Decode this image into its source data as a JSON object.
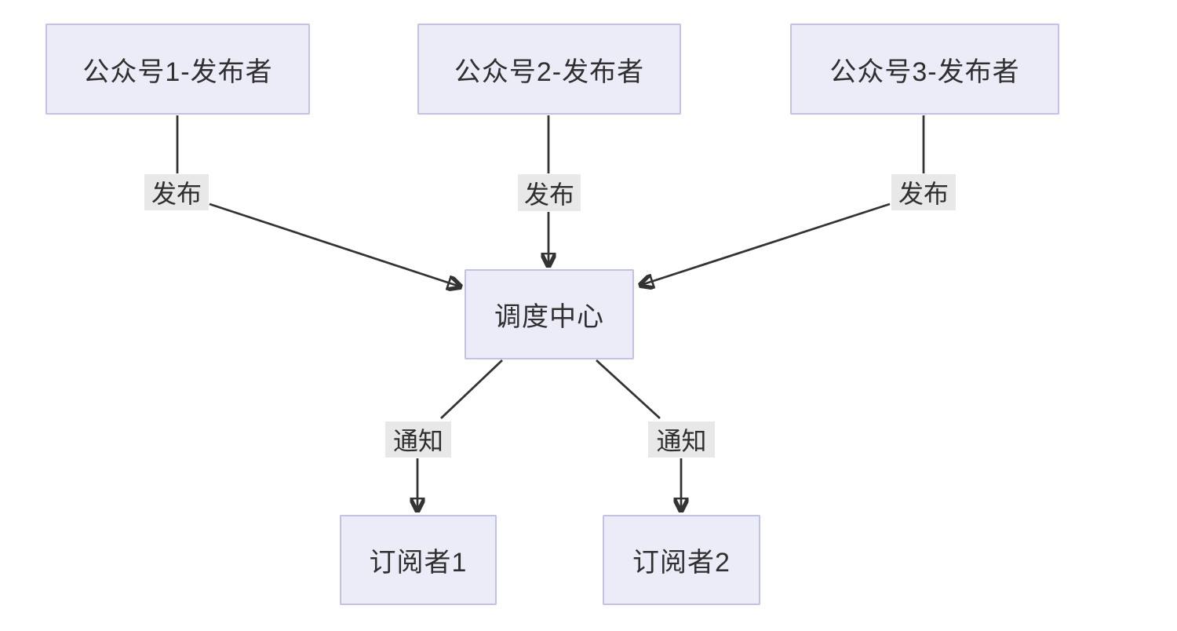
{
  "diagram": {
    "type": "flowchart",
    "direction": "top-down",
    "nodes": [
      {
        "id": "pub1",
        "label": "公众号1-发布者",
        "role": "publisher"
      },
      {
        "id": "pub2",
        "label": "公众号2-发布者",
        "role": "publisher"
      },
      {
        "id": "pub3",
        "label": "公众号3-发布者",
        "role": "publisher"
      },
      {
        "id": "center",
        "label": "调度中心",
        "role": "dispatch-center"
      },
      {
        "id": "sub1",
        "label": "订阅者1",
        "role": "subscriber"
      },
      {
        "id": "sub2",
        "label": "订阅者2",
        "role": "subscriber"
      }
    ],
    "edges": [
      {
        "from": "pub1",
        "to": "center",
        "label": "发布"
      },
      {
        "from": "pub2",
        "to": "center",
        "label": "发布"
      },
      {
        "from": "pub3",
        "to": "center",
        "label": "发布"
      },
      {
        "from": "center",
        "to": "sub1",
        "label": "通知"
      },
      {
        "from": "center",
        "to": "sub2",
        "label": "通知"
      }
    ],
    "colors": {
      "background": "#FFFFFF",
      "node_fill": "#ECECF8",
      "node_border": "#C2C2E2",
      "edge_line": "#333333",
      "edge_label_bg": "#E8E8E8",
      "text": "#2F2F2F"
    }
  }
}
